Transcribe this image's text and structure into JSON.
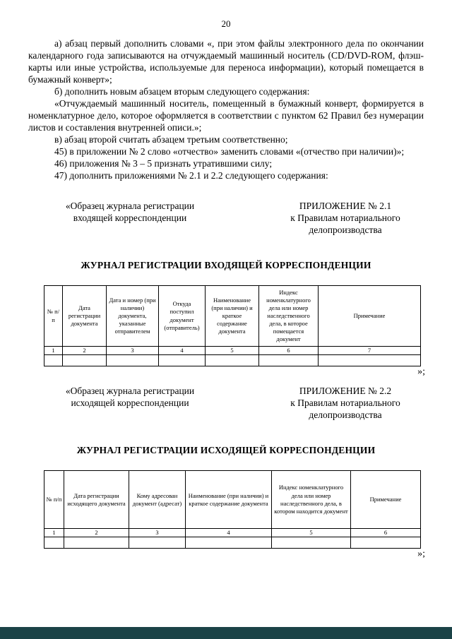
{
  "page": {
    "number": "20"
  },
  "paragraphs": [
    "а) абзац первый дополнить словами «, при этом файлы электронного дела по окончании календарного года записываются на отчуждаемый машинный носитель (CD/DVD-ROM, флэш-карты или иные устройства, используемые для переноса информации), который помещается в бумажный конверт»;",
    "б) дополнить новым абзацем вторым следующего содержания:",
    "«Отчуждаемый машинный носитель, помещенный в бумажный конверт, формируется в номенклатурное дело, которое оформляется в соответствии с пунктом 62 Правил без нумерации листов и составления внутренней описи.»;",
    "в) абзац второй считать абзацем третьим соответственно;",
    "45) в приложении № 2 слово «отчество» заменить словами «(отчество при наличии)»;",
    "46) приложения № 3 – 5 признать утратившими силу;",
    "47) дополнить приложениями № 2.1 и 2.2 следующего содержания:"
  ],
  "appendix1": {
    "left": "«Образец журнала регистрации\nвходящей корреспонденции",
    "right": "ПРИЛОЖЕНИЕ № 2.1\nк Правилам нотариального\nделопроизводства"
  },
  "journal1": {
    "title": "ЖУРНАЛ РЕГИСТРАЦИИ ВХОДЯЩЕЙ КОРРЕСПОНДЕНЦИИ",
    "headers": [
      "№ п/п",
      "Дата регистрации документа",
      "Дата и номер (при наличии) документа, указанные отправителем",
      "Откуда поступил документ (отправитель)",
      "Наименование (при наличии) и краткое содержание документа",
      "Индекс номенклатурного дела или номер наследственного дела, в которое помещается документ",
      "Примечание"
    ],
    "numbers": [
      "1",
      "2",
      "3",
      "4",
      "5",
      "6",
      "7"
    ],
    "closing": "»;"
  },
  "appendix2": {
    "left": "«Образец журнала регистрации\nисходящей корреспонденции",
    "right": "ПРИЛОЖЕНИЕ № 2.2\nк Правилам нотариального\nделопроизводства"
  },
  "journal2": {
    "title": "ЖУРНАЛ РЕГИСТРАЦИИ ИСХОДЯЩЕЙ КОРРЕСПОНДЕНЦИИ",
    "headers": [
      "№ п/п",
      "Дата регистрации исходящего документа",
      "Кому адресован документ (адресат)",
      "Наименование (при наличии) и краткое содержание документа",
      "Индекс номенклатурного дела или номер наследственного дела, в котором находится документ",
      "Примечание"
    ],
    "numbers": [
      "1",
      "2",
      "3",
      "4",
      "5",
      "6"
    ],
    "closing": "»;"
  },
  "colors": {
    "bottom_bar": "#1b4347"
  }
}
